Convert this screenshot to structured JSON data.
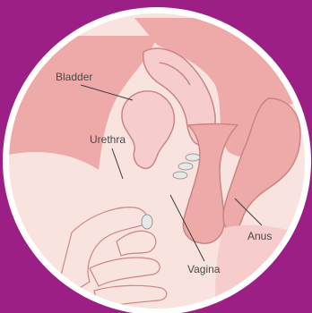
{
  "diagram": {
    "colors": {
      "background": "#9b1f84",
      "ring": "#ffffff",
      "skin": "#f9e3df",
      "tissue": "#eeaaa8",
      "tissue_light": "#f6cccc",
      "outline": "#c98584",
      "label_text": "#4a4a4a"
    },
    "labels": {
      "bladder": "Bladder",
      "urethra": "Urethra",
      "vagina": "Vagina",
      "anus": "Anus"
    },
    "elements": {
      "tablets": "vaginal-tablet-icons",
      "applicator_tablet": "tablet-icon"
    }
  }
}
